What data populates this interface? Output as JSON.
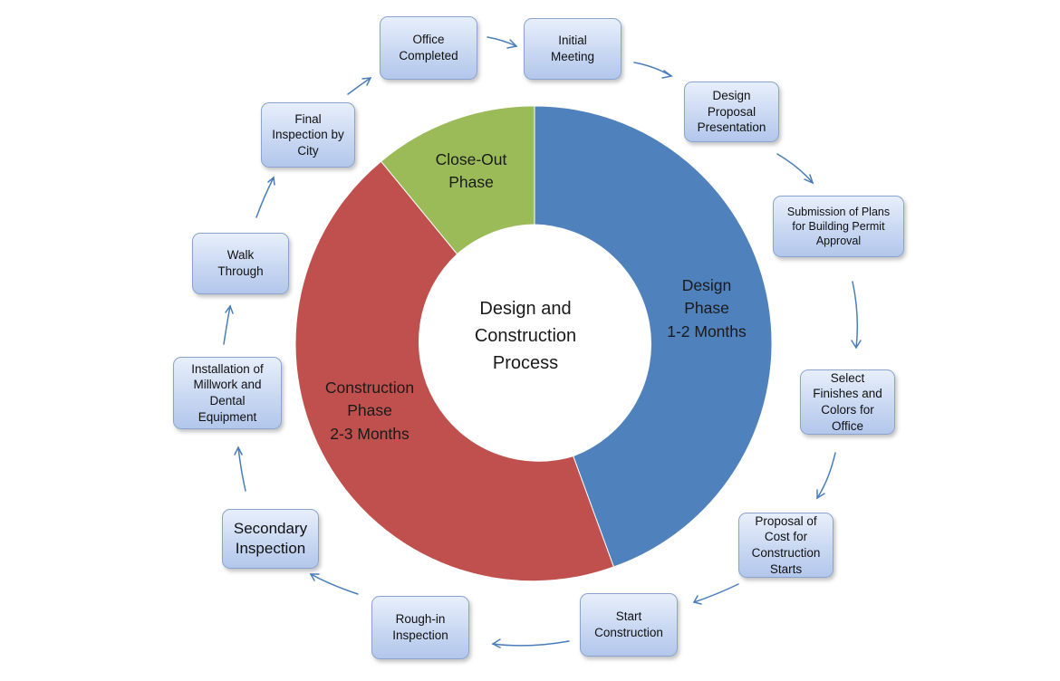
{
  "center_title": "Design and\nConstruction\nProcess",
  "phases": [
    {
      "label": "Design\nPhase\n1-2 Months",
      "color": "#4f81bd"
    },
    {
      "label": "Construction\nPhase\n2-3 Months",
      "color": "#c0504d"
    },
    {
      "label": "Close-Out\nPhase",
      "color": "#9bbb59"
    }
  ],
  "steps": [
    "Initial\nMeeting",
    "Design\nProposal\nPresentation",
    "Submission of Plans\nfor Building Permit\nApproval",
    "Select\nFinishes and\nColors for\nOffice",
    "Proposal of\nCost for\nConstruction\nStarts",
    "Start\nConstruction",
    "Rough-in\nInspection",
    "Secondary\nInspection",
    "Installation of\nMillwork and\nDental\nEquipment",
    "Walk\nThrough",
    "Final\nInspection by\nCity",
    "Office\nCompleted"
  ],
  "colors": {
    "arrow": "#4a7ebb",
    "box_border": "#8aa4cf"
  }
}
